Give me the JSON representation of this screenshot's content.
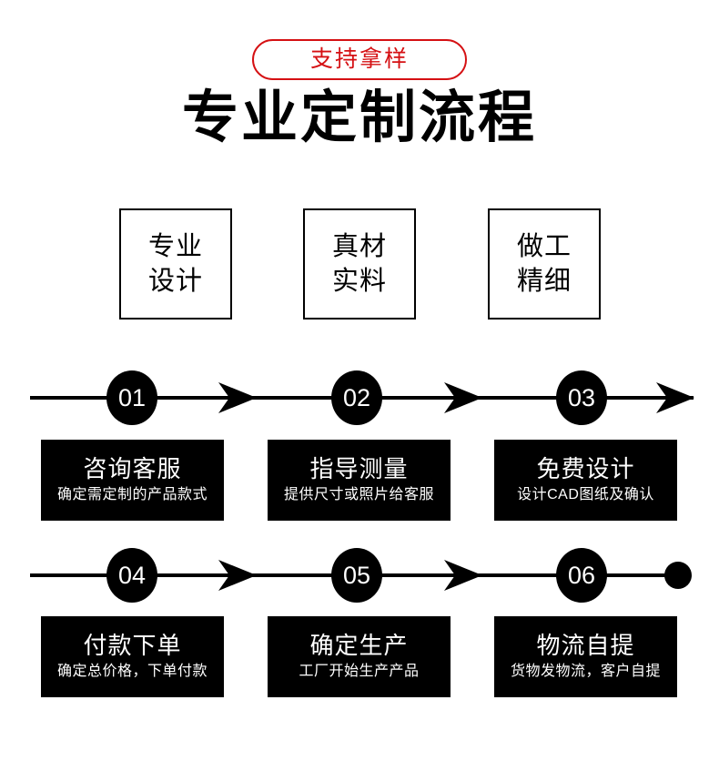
{
  "badge": {
    "label": "支持拿样",
    "color": "#d51013"
  },
  "title": "专业定制流程",
  "features": [
    {
      "line1": "专业",
      "line2": "设计"
    },
    {
      "line1": "真材",
      "line2": "实料"
    },
    {
      "line1": "做工",
      "line2": "精细"
    }
  ],
  "timelines": [
    {
      "end_marker": "arrow",
      "steps": [
        {
          "number": "01"
        },
        {
          "number": "02"
        },
        {
          "number": "03"
        }
      ]
    },
    {
      "end_marker": "dot",
      "steps": [
        {
          "number": "04"
        },
        {
          "number": "05"
        },
        {
          "number": "06"
        }
      ]
    }
  ],
  "cards": [
    [
      {
        "title": "咨询客服",
        "subtitle": "确定需定制的产品款式"
      },
      {
        "title": "指导测量",
        "subtitle": "提供尺寸或照片给客服"
      },
      {
        "title": "免费设计",
        "subtitle": "设计CAD图纸及确认"
      }
    ],
    [
      {
        "title": "付款下单",
        "subtitle": "确定总价格，下单付款"
      },
      {
        "title": "确定生产",
        "subtitle": "工厂开始生产产品"
      },
      {
        "title": "物流自提",
        "subtitle": "货物发物流，客户自提"
      }
    ]
  ],
  "colors": {
    "accent": "#d51013",
    "ink": "#000000",
    "paper": "#ffffff"
  }
}
